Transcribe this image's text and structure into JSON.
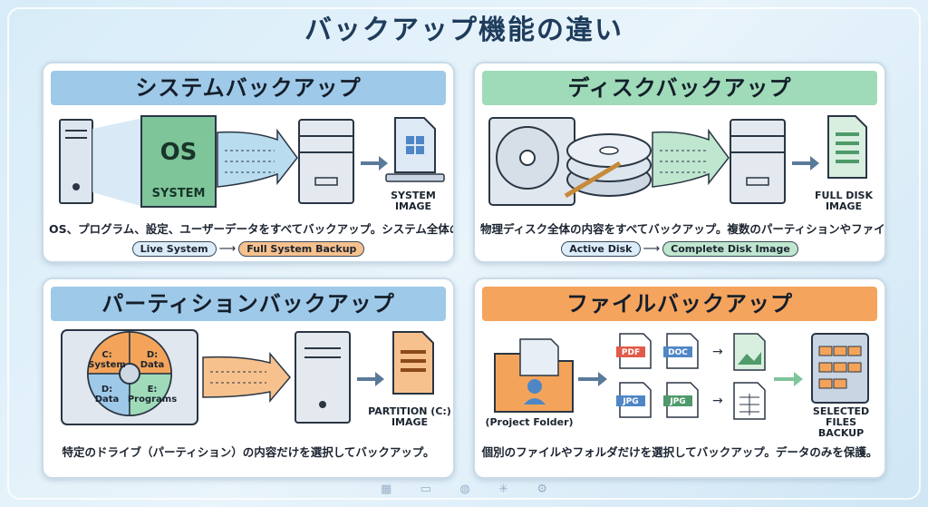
{
  "title": "バックアップ機能の違い",
  "cards": {
    "system": {
      "header": "システムバックアップ",
      "header_color": "#9fc9e8",
      "os_label": "OS",
      "system_label": "SYSTEM",
      "image_caption": "SYSTEM\nIMAGE",
      "desc": "OS、プログラム、設定、ユーザーデータをすべてバックアップ。システム全体の復元が可能。",
      "from": "Live System",
      "to": "Full System Backup"
    },
    "disk": {
      "header": "ディスクバックアップ",
      "header_color": "#9fdbb8",
      "image_caption": "FULL DISK\nIMAGE",
      "desc": "物理ディスク全体の内容をすべてバックアップ。複数のパーティションやファイルを含む。",
      "from": "Active Disk",
      "to": "Complete Disk Image"
    },
    "partition": {
      "header": "パーティションバックアップ",
      "header_color": "#9fc9e8",
      "slices": [
        "C:\nSystem",
        "D:\nData",
        "D:\nData",
        "E:\nPrograms"
      ],
      "image_caption": "PARTITION (C:)\nIMAGE",
      "desc": "特定のドライブ（パーティション）の内容だけを選択してバックアップ。"
    },
    "file": {
      "header": "ファイルバックアップ",
      "header_color": "#f5a45e",
      "folder_caption": "(Project Folder)",
      "file_types": [
        "PDF",
        "DOC",
        "JPG",
        "JPG"
      ],
      "image_caption": "SELECTED FILES\nBACKUP",
      "desc": "個別のファイルやフォルダだけを選択してバックアップ。データのみを保護。"
    }
  },
  "footer_icons": [
    "calendar-icon",
    "window-icon",
    "database-icon",
    "network-icon",
    "gear-icon"
  ]
}
